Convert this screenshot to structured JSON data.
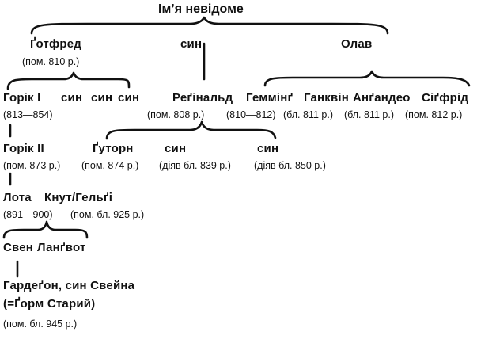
{
  "root": {
    "title": "Ім’я невідоме"
  },
  "gen1": {
    "gotfred": {
      "name": "Ґотфред",
      "note": "(пом. 810 р.)"
    },
    "son": {
      "name": "син"
    },
    "olav": {
      "name": "Олав"
    }
  },
  "gen2": {
    "gorik1": {
      "name": "Горік I",
      "note": "(813—854)"
    },
    "son_a": {
      "name": "син"
    },
    "son_b": {
      "name": "син"
    },
    "son_c": {
      "name": "син"
    },
    "reginald": {
      "name": "Реґінальд",
      "note": "(пом. 808 р.)"
    },
    "gemming": {
      "name": "Геммінґ",
      "note": "(810—812)"
    },
    "gankvin": {
      "name": "Ганквін",
      "note": "(бл. 811 р.)"
    },
    "angandeo": {
      "name": "Анґандео",
      "note": "(бл. 811 р.)"
    },
    "sigfrid": {
      "name": "Сіґфрід",
      "note": "(пом. 812 р.)"
    }
  },
  "gen3": {
    "gorik2": {
      "name": "Горік II",
      "note": "(пом. 873 р.)"
    },
    "gutorn": {
      "name": "Ґуторн",
      "note": "(пом. 874 р.)"
    },
    "son_d": {
      "name": "син",
      "note": "(діяв бл. 839 р.)"
    },
    "son_e": {
      "name": "син",
      "note": "(діяв бл. 850 р.)"
    }
  },
  "gen4": {
    "lota": {
      "name": "Лота",
      "note": "(891—900)"
    },
    "knut": {
      "name": "Кнут/Гельґі",
      "note": "(пом. бл. 925 р.)"
    }
  },
  "gen5": {
    "sven": {
      "name": "Свен"
    },
    "langvot": {
      "name": "Ланґвот"
    }
  },
  "gen6": {
    "gardegon": {
      "name": "Гардеґон, син Свейна",
      "alias": "(=Ґорм Старий)",
      "note": "(пом. бл. 945 р.)"
    }
  }
}
